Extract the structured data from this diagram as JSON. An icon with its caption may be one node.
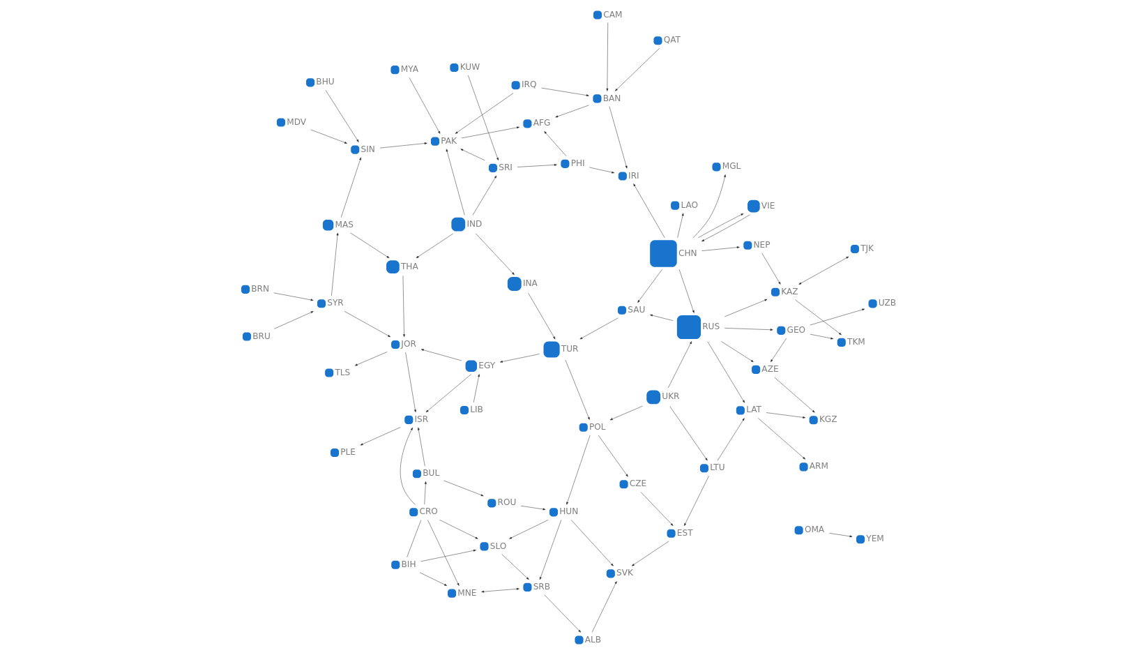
{
  "diagram": {
    "nodes": [
      {
        "text": [
          "CRO"
        ]
      },
      {
        "text": [
          "BIH"
        ]
      },
      {
        "text": [
          "TLS"
        ]
      },
      {
        "text": [
          "PLE"
        ]
      },
      {
        "text": [
          "OMA"
        ]
      },
      {
        "text": [
          "YEM"
        ]
      },
      {
        "text": [
          "ISR"
        ]
      },
      {
        "text": [
          "BUL"
        ]
      },
      {
        "text": [
          "MNE"
        ]
      },
      {
        "text": [
          "BRU"
        ]
      },
      {
        "text": [
          "JOR"
        ]
      },
      {
        "text": [
          "SLO"
        ]
      },
      {
        "text": [
          "SRB"
        ]
      },
      {
        "text": [
          "BRN"
        ]
      },
      {
        "text": [
          "SYR"
        ]
      },
      {
        "text": [
          "THA"
        ]
      },
      {
        "text": [
          "LIB"
        ]
      },
      {
        "text": [
          "EGY"
        ]
      },
      {
        "text": [
          "ROU"
        ]
      },
      {
        "text": [
          "ALB"
        ]
      },
      {
        "text": [
          "MDV"
        ]
      },
      {
        "text": [
          "HUN"
        ]
      },
      {
        "text": [
          "TUR"
        ]
      },
      {
        "text": [
          "INA"
        ]
      },
      {
        "text": [
          "SVK"
        ]
      },
      {
        "text": [
          "BHU"
        ]
      },
      {
        "text": [
          "SIN"
        ]
      },
      {
        "text": [
          "MAS"
        ]
      },
      {
        "text": [
          "POL"
        ]
      },
      {
        "text": [
          "CZE"
        ]
      },
      {
        "text": [
          "IND"
        ]
      },
      {
        "text": [
          "MYA"
        ]
      },
      {
        "text": [
          "SAU"
        ]
      },
      {
        "text": [
          "UKR"
        ]
      },
      {
        "text": [
          "EST"
        ]
      },
      {
        "text": [
          "PAK"
        ]
      },
      {
        "text": [
          "LTU"
        ]
      },
      {
        "text": [
          "VIE"
        ]
      },
      {
        "text": [
          "KUW"
        ]
      },
      {
        "text": [
          "ARM"
        ]
      },
      {
        "text": [
          "SRI"
        ]
      },
      {
        "text": [
          "CHN"
        ]
      },
      {
        "text": [
          "RUS"
        ]
      },
      {
        "text": [
          "LAT"
        ]
      },
      {
        "text": [
          "AZE"
        ]
      },
      {
        "text": [
          "CAM"
        ]
      },
      {
        "text": [
          "KGZ"
        ]
      },
      {
        "text": [
          "BAN"
        ]
      },
      {
        "text": [
          "PHI"
        ]
      },
      {
        "text": [
          "QAT"
        ]
      },
      {
        "text": [
          "NEP"
        ]
      },
      {
        "text": [
          "KAZ"
        ]
      },
      {
        "text": [
          "GEO"
        ]
      },
      {
        "text": [
          "UZB"
        ]
      },
      {
        "text": [
          "IRQ"
        ]
      },
      {
        "text": [
          "IRI"
        ]
      },
      {
        "text": [
          "LAO"
        ]
      },
      {
        "text": [
          "TJK"
        ]
      },
      {
        "text": [
          "TKM"
        ]
      },
      {
        "text": [
          "AFG"
        ]
      },
      {
        "text": [
          "MGL"
        ]
      }
    ],
    "edges": [
      {
        "from": 4,
        "to": 5,
        "arrow": "to"
      },
      {
        "from": 10,
        "to": 2,
        "arrow": "to"
      },
      {
        "from": 6,
        "to": 3,
        "arrow": "to"
      },
      {
        "from": 0,
        "to": 1,
        "arrow": "none"
      },
      {
        "from": 1,
        "to": 8,
        "arrow": "to"
      },
      {
        "from": 8,
        "to": 12,
        "arrow": "both"
      },
      {
        "from": 12,
        "to": 19,
        "arrow": "to"
      },
      {
        "from": 19,
        "to": 24,
        "arrow": "to"
      },
      {
        "from": 1,
        "to": 11,
        "arrow": "to"
      },
      {
        "from": 0,
        "to": 7,
        "arrow": "to"
      },
      {
        "from": 7,
        "to": 18,
        "arrow": "to"
      },
      {
        "from": 0,
        "to": 6,
        "arrow": "to"
      },
      {
        "from": 7,
        "to": 6,
        "arrow": "to"
      },
      {
        "from": 0,
        "to": 11,
        "arrow": "to"
      },
      {
        "from": 0,
        "to": 8,
        "arrow": "to"
      },
      {
        "from": 21,
        "to": 11,
        "arrow": "to"
      },
      {
        "from": 21,
        "to": 12,
        "arrow": "to"
      },
      {
        "from": 21,
        "to": 24,
        "arrow": "to"
      },
      {
        "from": 29,
        "to": 34,
        "arrow": "to"
      },
      {
        "from": 36,
        "to": 34,
        "arrow": "to"
      },
      {
        "from": 34,
        "to": 24,
        "arrow": "to"
      },
      {
        "from": 43,
        "to": 39,
        "arrow": "to"
      },
      {
        "from": 43,
        "to": 46,
        "arrow": "to"
      },
      {
        "from": 44,
        "to": 46,
        "arrow": "to"
      },
      {
        "from": 42,
        "to": 44,
        "arrow": "to"
      },
      {
        "from": 52,
        "to": 44,
        "arrow": "to"
      },
      {
        "from": 42,
        "to": 51,
        "arrow": "to"
      },
      {
        "from": 42,
        "to": 52,
        "arrow": "to"
      },
      {
        "from": 51,
        "to": 57,
        "arrow": "both"
      },
      {
        "from": 51,
        "to": 58,
        "arrow": "to"
      },
      {
        "from": 52,
        "to": 58,
        "arrow": "to"
      },
      {
        "from": 50,
        "to": 51,
        "arrow": "to"
      },
      {
        "from": 41,
        "to": 56,
        "arrow": "to"
      },
      {
        "from": 41,
        "to": 60,
        "arrow": "to"
      },
      {
        "from": 41,
        "to": 42,
        "arrow": "to"
      },
      {
        "from": 41,
        "to": 50,
        "arrow": "to"
      },
      {
        "from": 48,
        "to": 55,
        "arrow": "to"
      },
      {
        "from": 47,
        "to": 55,
        "arrow": "to"
      },
      {
        "from": 47,
        "to": 59,
        "arrow": "to"
      },
      {
        "from": 48,
        "to": 59,
        "arrow": "to"
      },
      {
        "from": 54,
        "to": 35,
        "arrow": "to"
      },
      {
        "from": 54,
        "to": 47,
        "arrow": "to"
      },
      {
        "from": 35,
        "to": 59,
        "arrow": "to"
      },
      {
        "from": 40,
        "to": 48,
        "arrow": "to"
      },
      {
        "from": 40,
        "to": 35,
        "arrow": "to"
      },
      {
        "from": 30,
        "to": 35,
        "arrow": "to"
      },
      {
        "from": 30,
        "to": 40,
        "arrow": "to"
      },
      {
        "from": 30,
        "to": 23,
        "arrow": "to"
      },
      {
        "from": 30,
        "to": 15,
        "arrow": "to"
      },
      {
        "from": 37,
        "to": 41,
        "arrow": "to"
      },
      {
        "from": 23,
        "to": 22,
        "arrow": "to"
      },
      {
        "from": 22,
        "to": 17,
        "arrow": "to"
      },
      {
        "from": 22,
        "to": 28,
        "arrow": "to"
      },
      {
        "from": 32,
        "to": 22,
        "arrow": "to"
      },
      {
        "from": 33,
        "to": 42,
        "arrow": "to"
      },
      {
        "from": 33,
        "to": 28,
        "arrow": "to"
      },
      {
        "from": 33,
        "to": 36,
        "arrow": "to"
      },
      {
        "from": 28,
        "to": 29,
        "arrow": "to"
      },
      {
        "from": 28,
        "to": 21,
        "arrow": "to"
      },
      {
        "from": 18,
        "to": 21,
        "arrow": "to"
      },
      {
        "from": 17,
        "to": 6,
        "arrow": "to"
      },
      {
        "from": 17,
        "to": 10,
        "arrow": "to"
      },
      {
        "from": 14,
        "to": 10,
        "arrow": "to"
      },
      {
        "from": 15,
        "to": 10,
        "arrow": "to"
      },
      {
        "from": 16,
        "to": 17,
        "arrow": "to"
      },
      {
        "from": 27,
        "to": 26,
        "arrow": "to"
      },
      {
        "from": 27,
        "to": 15,
        "arrow": "to"
      },
      {
        "from": 26,
        "to": 35,
        "arrow": "to"
      },
      {
        "from": 14,
        "to": 27,
        "arrow": "to"
      },
      {
        "from": 9,
        "to": 14,
        "arrow": "to"
      },
      {
        "from": 13,
        "to": 14,
        "arrow": "to"
      },
      {
        "from": 20,
        "to": 26,
        "arrow": "to"
      },
      {
        "from": 25,
        "to": 26,
        "arrow": "to"
      },
      {
        "from": 31,
        "to": 35,
        "arrow": "to"
      },
      {
        "from": 38,
        "to": 40,
        "arrow": "to"
      },
      {
        "from": 45,
        "to": 47,
        "arrow": "to"
      },
      {
        "from": 49,
        "to": 47,
        "arrow": "to"
      },
      {
        "from": 42,
        "to": 43,
        "arrow": "to"
      },
      {
        "from": 42,
        "to": 32,
        "arrow": "to"
      },
      {
        "from": 41,
        "to": 32,
        "arrow": "to"
      },
      {
        "from": 41,
        "to": 37,
        "arrow": "to"
      },
      {
        "from": 41,
        "to": 55,
        "arrow": "to"
      },
      {
        "from": 36,
        "to": 43,
        "arrow": "to"
      },
      {
        "from": 52,
        "to": 53,
        "arrow": "to"
      },
      {
        "from": 11,
        "to": 12,
        "arrow": "to"
      },
      {
        "from": 10,
        "to": 6,
        "arrow": "to"
      }
    ]
  }
}
